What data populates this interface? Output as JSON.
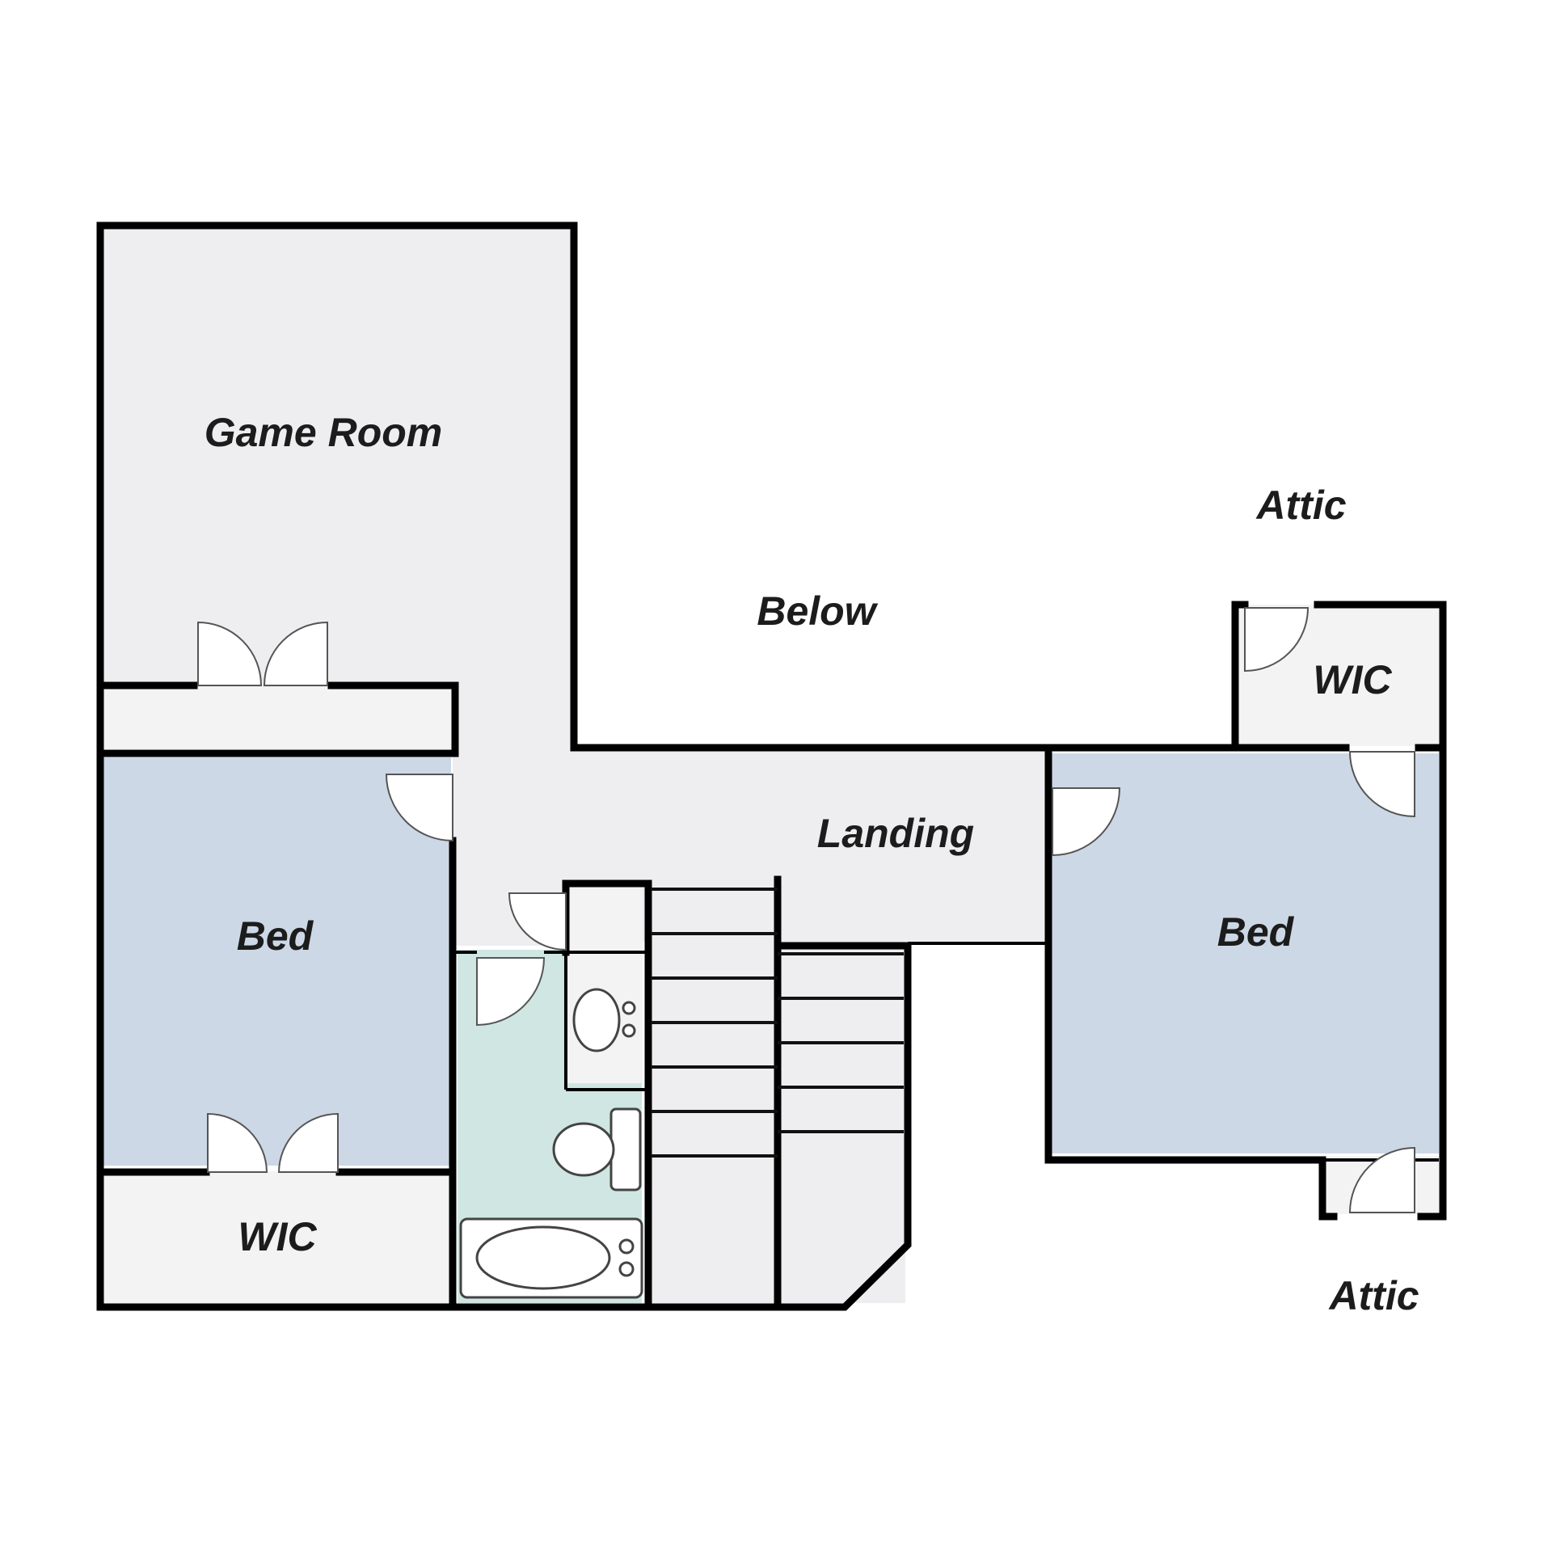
{
  "floor_plan": {
    "colors": {
      "room_gray": "#eeeef0",
      "closet_gray": "#f3f3f4",
      "bedroom_blue": "#cdd8e6",
      "bath_green": "#cfe6e2",
      "wall": "#000000",
      "label": "#1c1c1c"
    },
    "labels": {
      "game_room": "Game Room",
      "below": "Below",
      "attic_top": "Attic",
      "wic_right": "WIC",
      "landing": "Landing",
      "bed_left": "Bed",
      "bed_right": "Bed",
      "wic_left": "WIC",
      "attic_bottom": "Attic"
    }
  }
}
